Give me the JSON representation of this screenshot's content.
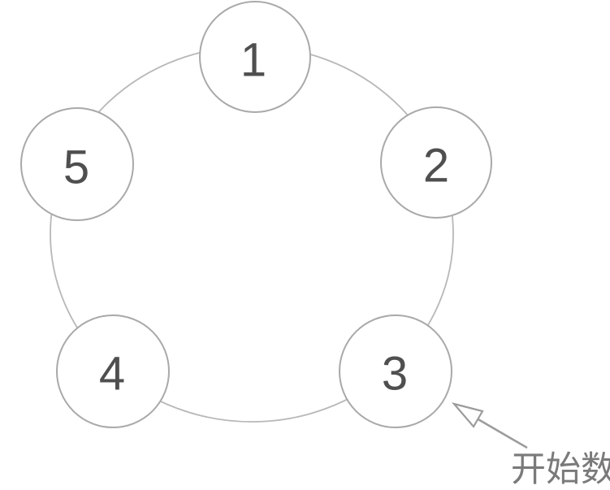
{
  "diagram": {
    "type": "numbered-circle-ring",
    "nodes": [
      {
        "label": "1"
      },
      {
        "label": "2"
      },
      {
        "label": "3"
      },
      {
        "label": "4"
      },
      {
        "label": "5"
      }
    ],
    "annotation": {
      "label": "开始数",
      "target_node": "3"
    },
    "colors": {
      "background": "#ffffff",
      "ring_stroke": "#b8b8b8",
      "circle_stroke": "#a9a9a9",
      "circle_fill": "#ffffff",
      "number_text": "#4f4f4f",
      "arrow": "#9c9c9c",
      "annotation_text": "#7a7a7a"
    }
  }
}
